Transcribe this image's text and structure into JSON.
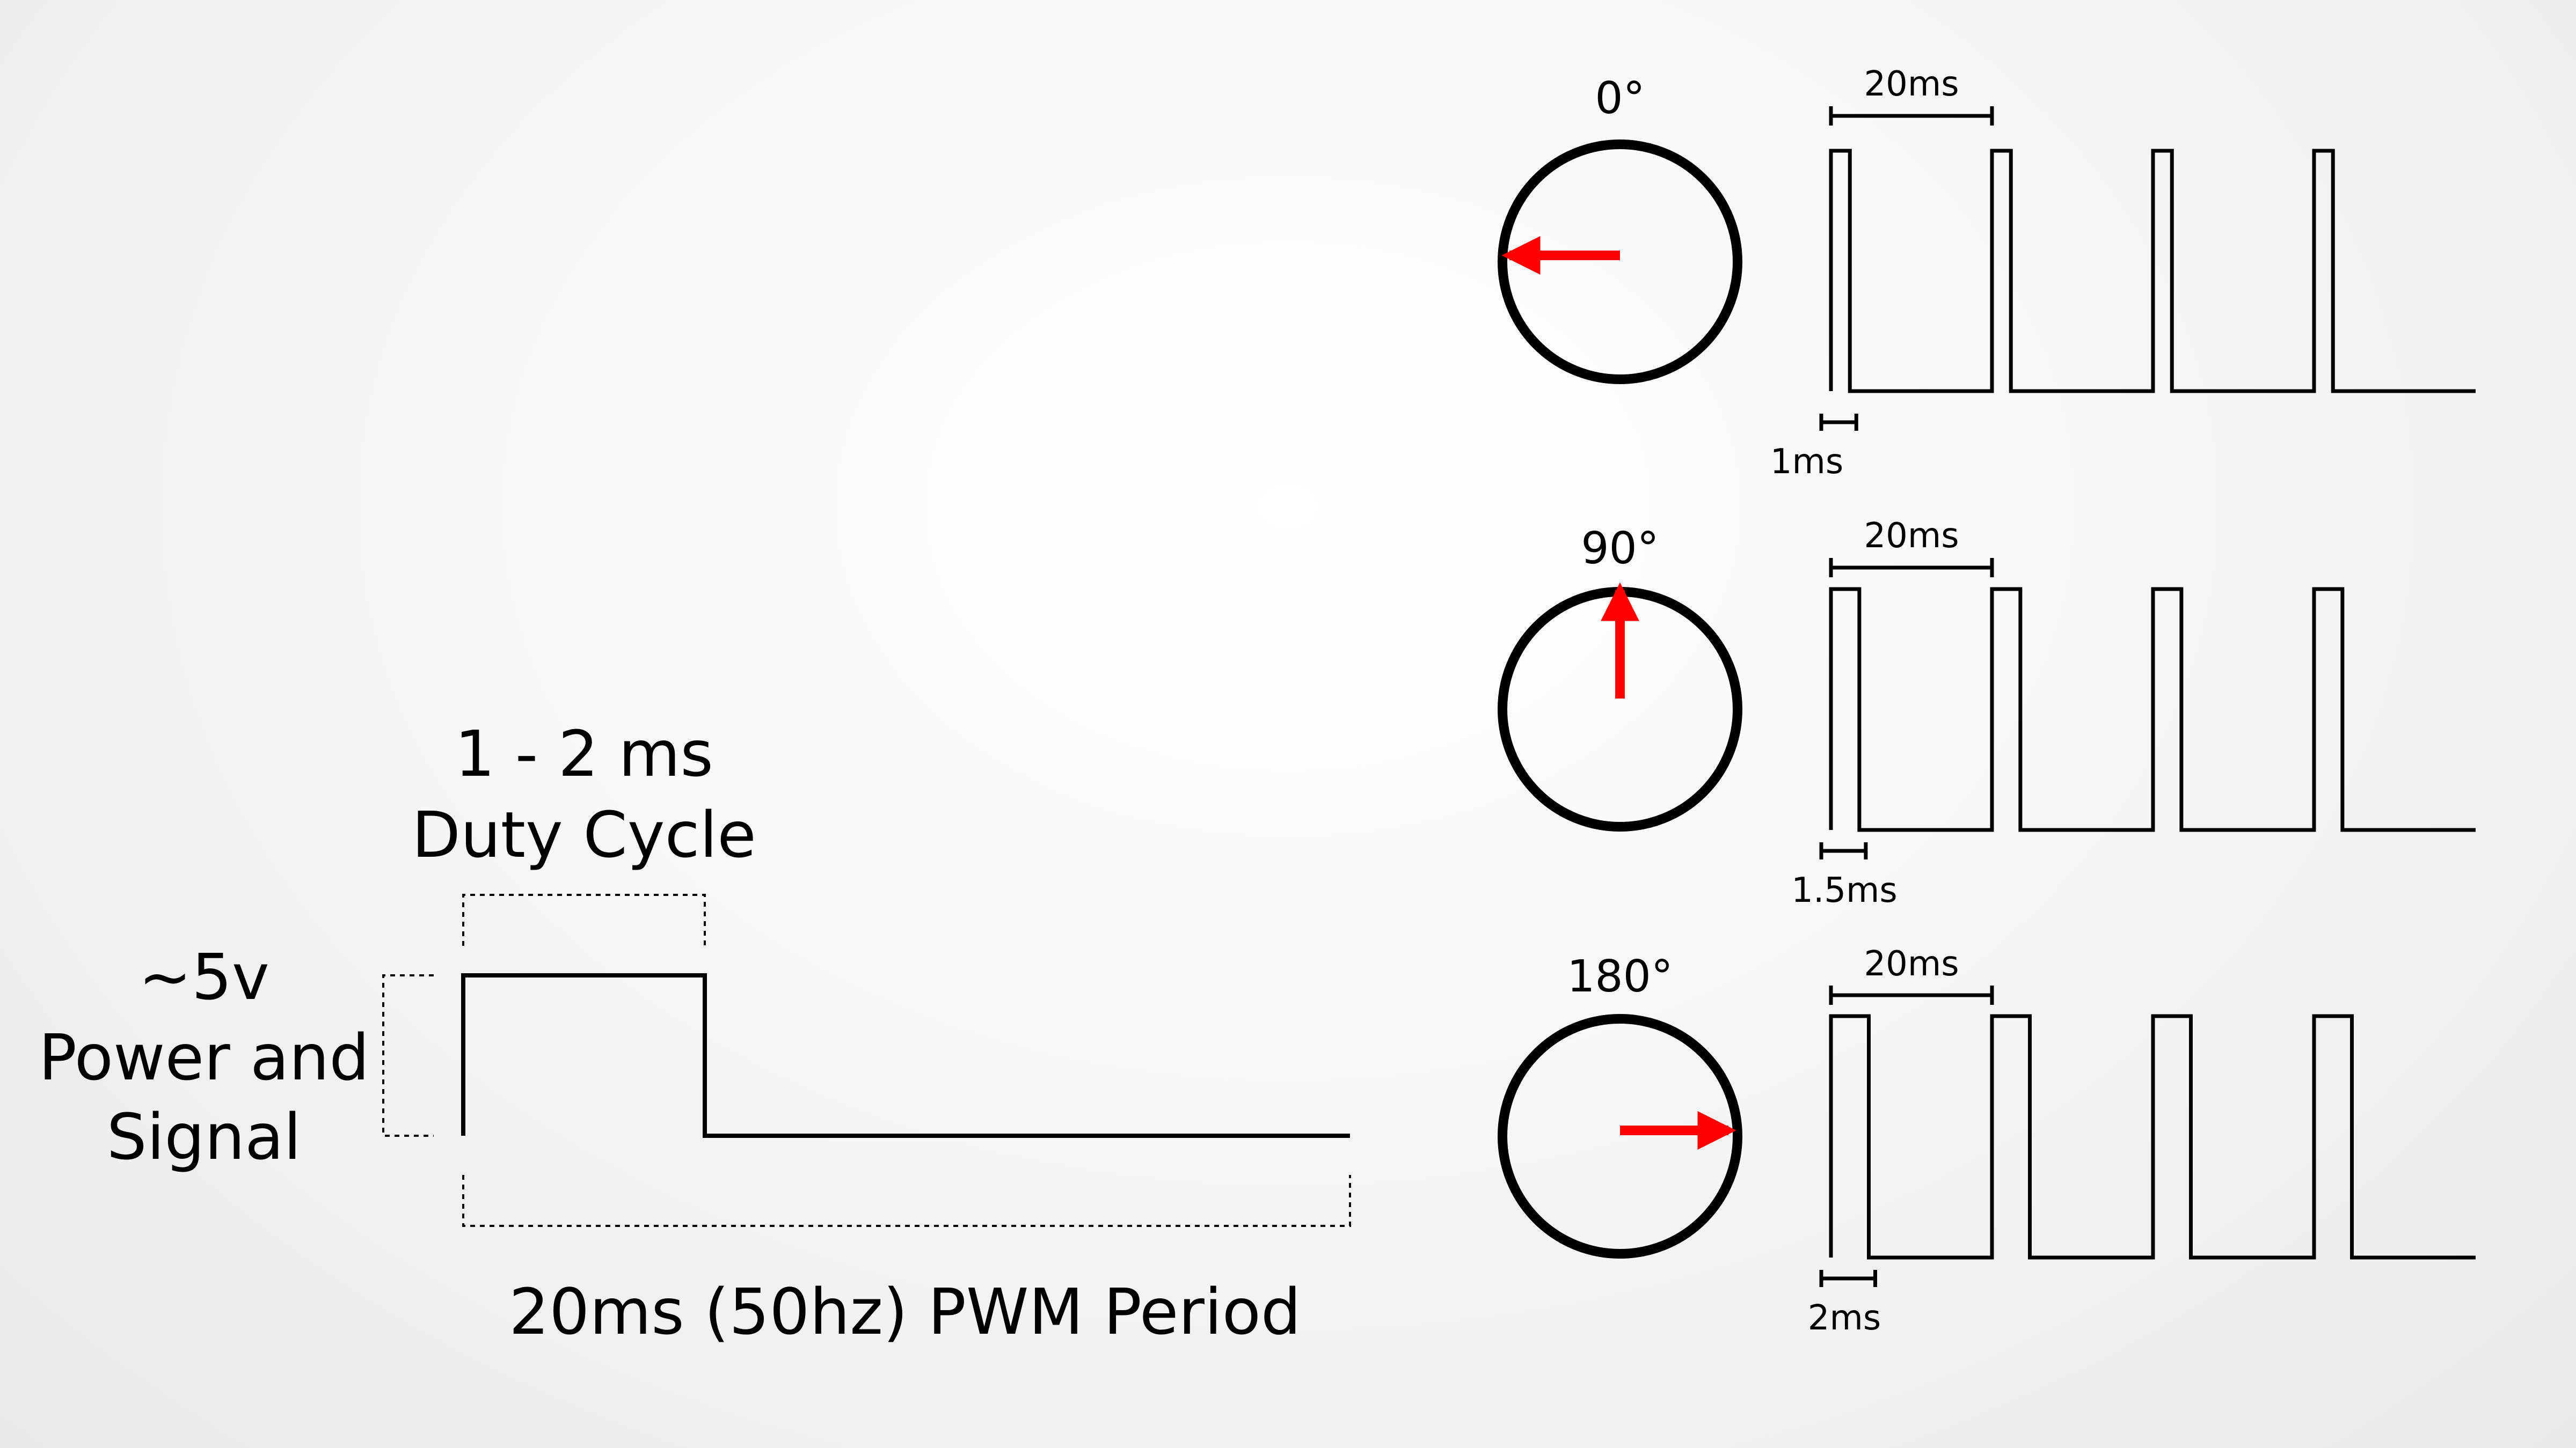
{
  "colors": {
    "background": "#f2f2f2",
    "line": "#000000",
    "arrow": "#ff0000"
  },
  "left_panel": {
    "duty_range": "1 - 2 ms",
    "duty_caption": "Duty Cycle",
    "voltage": "~5v",
    "voltage_caption_line1": "Power and",
    "voltage_caption_line2": "Signal",
    "period_caption": "20ms (50hz) PWM Period"
  },
  "servo_rows": [
    {
      "angle_label": "0°",
      "pointer_direction": "left",
      "period_label": "20ms",
      "pulse_label": "1ms",
      "pulse_ms": 1,
      "period_ms": 20
    },
    {
      "angle_label": "90°",
      "pointer_direction": "up",
      "period_label": "20ms",
      "pulse_label": "1.5ms",
      "pulse_ms": 1.5,
      "period_ms": 20
    },
    {
      "angle_label": "180°",
      "pointer_direction": "right",
      "period_label": "20ms",
      "pulse_label": "2ms",
      "pulse_ms": 2,
      "period_ms": 20
    }
  ]
}
